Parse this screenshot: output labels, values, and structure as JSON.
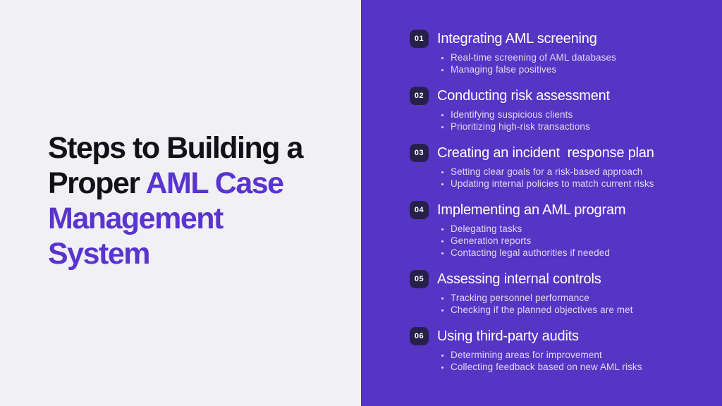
{
  "colors": {
    "left_bg": "#F1F0F5",
    "right_bg": "#5635C5",
    "title_dark": "#131118",
    "title_accent": "#5A34CE",
    "badge_bg": "#27214A",
    "heading_text": "#FFFFFF",
    "bullet_text": "#DDD9F2"
  },
  "title": {
    "line1_dark": "Steps to Building a",
    "line2_dark": "Proper ",
    "line2_accent": "AML Case",
    "line3_accent": "Management",
    "line4_accent": "System"
  },
  "steps": [
    {
      "number": "01",
      "title": "Integrating AML screening",
      "bullets": [
        "Real-time screening of AML databases",
        "Managing false positives"
      ]
    },
    {
      "number": "02",
      "title": "Conducting risk assessment",
      "bullets": [
        "Identifying suspicious clients",
        "Prioritizing high-risk transactions"
      ]
    },
    {
      "number": "03",
      "title": "Creating an incident  response plan",
      "bullets": [
        "Setting clear goals for a risk-based approach",
        "Updating internal policies to match current risks"
      ]
    },
    {
      "number": "04",
      "title": "Implementing an AML program",
      "bullets": [
        "Delegating tasks",
        "Generation reports",
        "Contacting legal authorities if needed"
      ]
    },
    {
      "number": "05",
      "title": "Assessing internal controls",
      "bullets": [
        "Tracking personnel performance",
        "Checking if the planned objectives are met"
      ]
    },
    {
      "number": "06",
      "title": "Using third-party audits",
      "bullets": [
        "Determining areas for improvement",
        "Collecting feedback based on new AML risks"
      ]
    }
  ]
}
